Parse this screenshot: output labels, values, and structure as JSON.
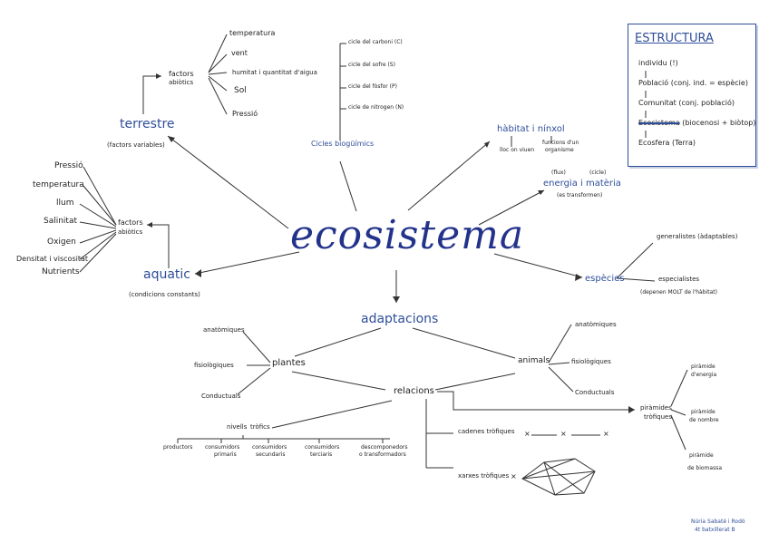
{
  "center": "ecosistema",
  "terrestre": {
    "title": "terrestre",
    "note": "(factors variables)",
    "factors_label_1": "factors",
    "factors_label_2": "abiòtics",
    "factors": [
      "temperatura",
      "vent",
      "humitat i quantitat d'aigua",
      "Sol",
      "Pressió"
    ]
  },
  "aquatic": {
    "title": "aquatic",
    "note": "(condicions constants)",
    "factors_label_1": "factors",
    "factors_label_2": "abiòtics",
    "factors": [
      "Pressió",
      "temperatura",
      "llum",
      "Salinitat",
      "Oxigen",
      "Densitat i viscositat",
      "Nutrients"
    ]
  },
  "cicles": {
    "title": "Cicles biogüímics",
    "items": [
      "cicle del carboni (C)",
      "cicle del sofre (S)",
      "cicle del fòsfor (P)",
      "cicle de nitrogen (N)"
    ]
  },
  "habitat": {
    "title": "hàbitat i nínxol",
    "sub1": "lloc on viuen",
    "sub2a": "funcions d'un",
    "sub2b": "organisme"
  },
  "energia": {
    "title": "energia i matèria",
    "note_left": "(flux)",
    "note_right": "(cicle)",
    "note": "(es transformen)"
  },
  "especies": {
    "title": "espècies",
    "generalistes": "generalistes (àdaptables)",
    "especialistes": "especialistes",
    "especialistes_note": "(depenen MOLT de l'hàbitat)"
  },
  "estructura": {
    "title": "ESTRUCTURA",
    "items": [
      "individu (!)",
      "Població (conj. ind. = espècie)",
      "Comunitat (conj. població)",
      "Ecosistema (biocenosi + biòtop)",
      "Ecosfera (Terra)"
    ]
  },
  "adaptacions": {
    "title": "adaptacions",
    "plantes": "plantes",
    "animals": "animals",
    "plantes_types": [
      "anatòmiques",
      "fisiològiques",
      "Conductuals"
    ],
    "animals_types": [
      "anatòmiques",
      "fisiològiques",
      "Conductuals"
    ]
  },
  "relacions": {
    "title": "relacions",
    "nivells": {
      "title_1": "nivells",
      "title_2": "tròfics",
      "items": [
        {
          "l1": "productors",
          "l2": ""
        },
        {
          "l1": "consumidors",
          "l2": "primaris"
        },
        {
          "l1": "consumidors",
          "l2": "secundaris"
        },
        {
          "l1": "consumidors",
          "l2": "terciaris"
        },
        {
          "l1": "descomponedors",
          "l2": "o transformadors"
        }
      ]
    },
    "cadenes": "cadenes tròfiques",
    "xarxes": "xarxes tròfiques",
    "piramides": {
      "title_1": "piràmides",
      "title_2": "tròfiques",
      "items": [
        {
          "l1": "piràmide",
          "l2": "d'energia"
        },
        {
          "l1": "piràmide",
          "l2": "de nombre"
        },
        {
          "l1": "piràmide",
          "l2": "de biomassa"
        }
      ]
    }
  },
  "signature": {
    "line1": "Núria Sabaté i Rodó",
    "line2": "4t batxillerat B"
  },
  "colors": {
    "ink": "#2e4e9a",
    "dark_ink": "#23338a",
    "line": "#333333"
  }
}
